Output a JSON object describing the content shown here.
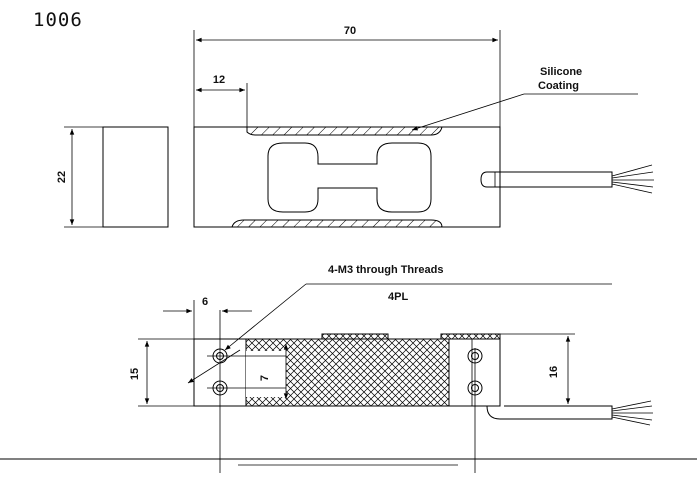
{
  "model_number": "1006",
  "dimensions": {
    "overall_length": "70",
    "cutout_offset": "12",
    "height": "22",
    "hole_offset": "6",
    "width_left": "15",
    "width_right": "16",
    "hole_spacing": "7"
  },
  "annotations": {
    "coating_line1": "Silicone",
    "coating_line2": "Coating",
    "threads": "4-M3 through Threads",
    "threads_qty": "4PL"
  }
}
